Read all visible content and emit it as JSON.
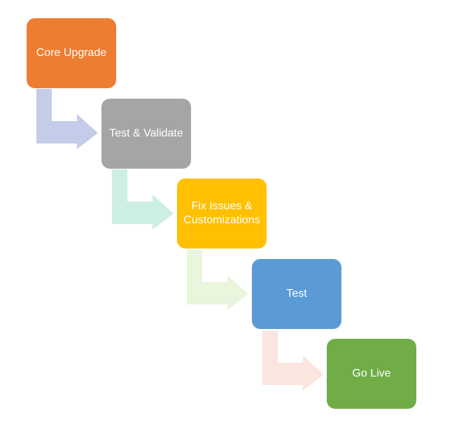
{
  "steps": [
    {
      "label": "Core Upgrade",
      "color": "#ED7D31"
    },
    {
      "label": "Test & Validate",
      "color": "#A5A5A5"
    },
    {
      "label": "Fix Issues &\nCustomizations",
      "color": "#FFC000"
    },
    {
      "label": "Test",
      "color": "#5B9BD5"
    },
    {
      "label": "Go Live",
      "color": "#70AD47"
    }
  ],
  "connectors": [
    {
      "color": "#C5CCE9"
    },
    {
      "color": "#CCEFE1"
    },
    {
      "color": "#E9F5DC"
    },
    {
      "color": "#FBE5DF"
    }
  ]
}
